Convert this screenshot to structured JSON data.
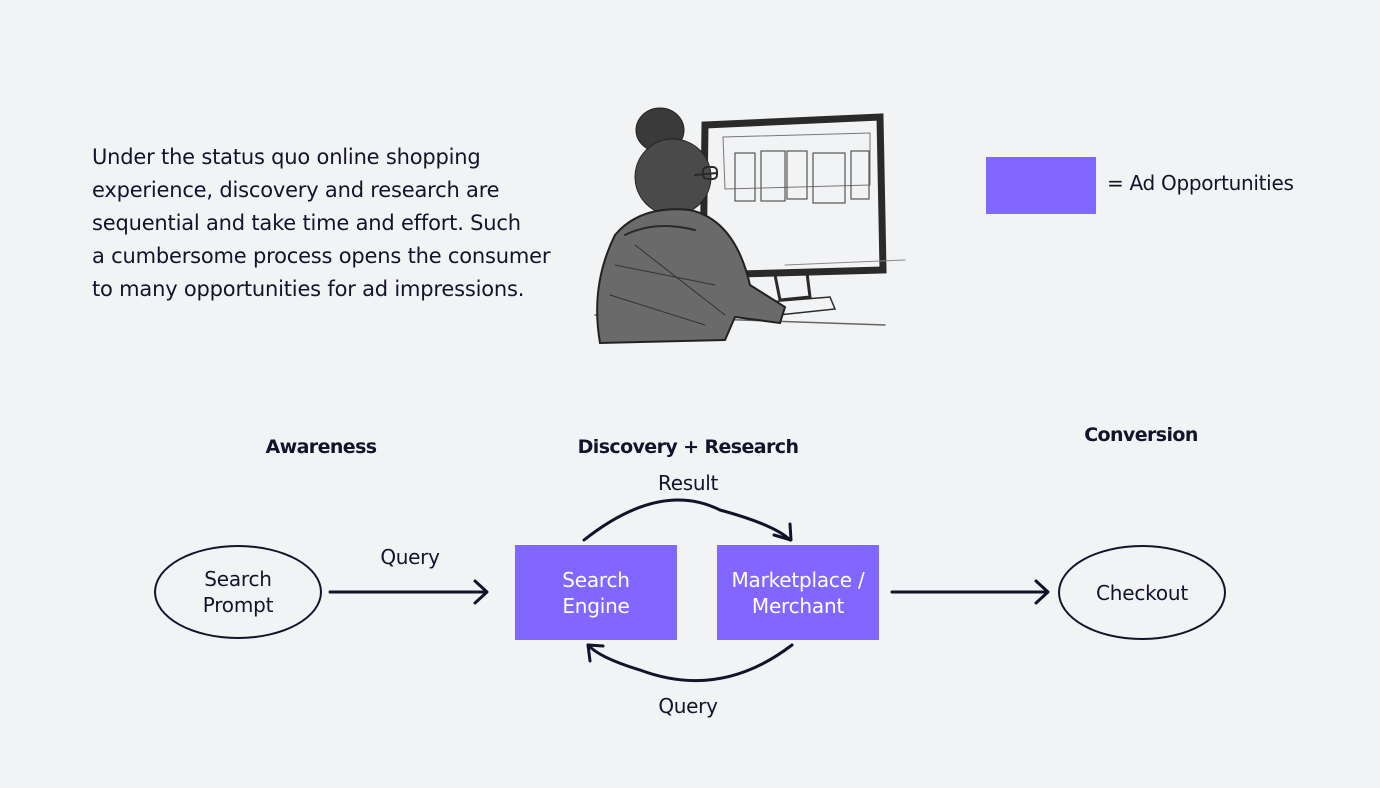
{
  "intro": {
    "lines": [
      "Under the status quo online shopping",
      "experience, discovery and research are",
      "sequential and take time and effort. Such",
      "a cumbersome process opens the consumer",
      "to many opportunities for ad impressions."
    ]
  },
  "illustration": {
    "description": "sketch of a person with hair bun and glasses browsing products on a computer monitor"
  },
  "legend": {
    "label": "= Ad Opportunities",
    "color": "#8167ff"
  },
  "stages": {
    "awareness": "Awareness",
    "discovery": "Discovery + Research",
    "conversion": "Conversion"
  },
  "nodes": {
    "search_prompt": [
      "Search",
      "Prompt"
    ],
    "search_engine": [
      "Search",
      "Engine"
    ],
    "marketplace": [
      "Marketplace /",
      "Merchant"
    ],
    "checkout": "Checkout"
  },
  "edges": {
    "query_1": "Query",
    "result": "Result",
    "query_2": "Query"
  }
}
